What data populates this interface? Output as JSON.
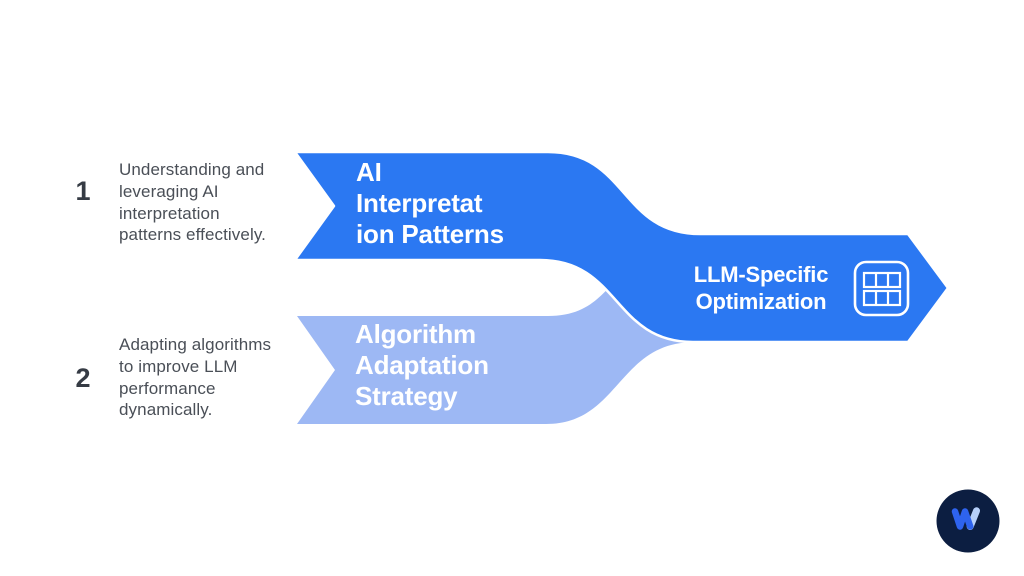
{
  "colors": {
    "primary_blue": "#2B78F2",
    "secondary_blue": "#9DB8F4",
    "number_gray": "#353B44",
    "body_gray": "#4A4F57",
    "logo_navy": "#0C1E41",
    "logo_blue": "#2E63EE",
    "logo_light_blue": "#B6D0FA"
  },
  "steps": [
    {
      "number": "1",
      "lines": [
        "Understanding and",
        "leveraging AI",
        "interpretation",
        "patterns effectively."
      ]
    },
    {
      "number": "2",
      "lines": [
        "Adapting algorithms",
        "to improve LLM",
        "performance",
        "dynamically."
      ]
    }
  ],
  "bands": [
    {
      "lines": [
        "AI",
        "Interpretat",
        "ion Patterns"
      ]
    },
    {
      "lines": [
        "Algorithm",
        "Adaptation",
        "Strategy"
      ]
    }
  ],
  "result": {
    "lines": [
      "LLM-Specific",
      "Optimization"
    ],
    "icon": "table-icon"
  },
  "logo": {
    "icon": "w-mark"
  }
}
